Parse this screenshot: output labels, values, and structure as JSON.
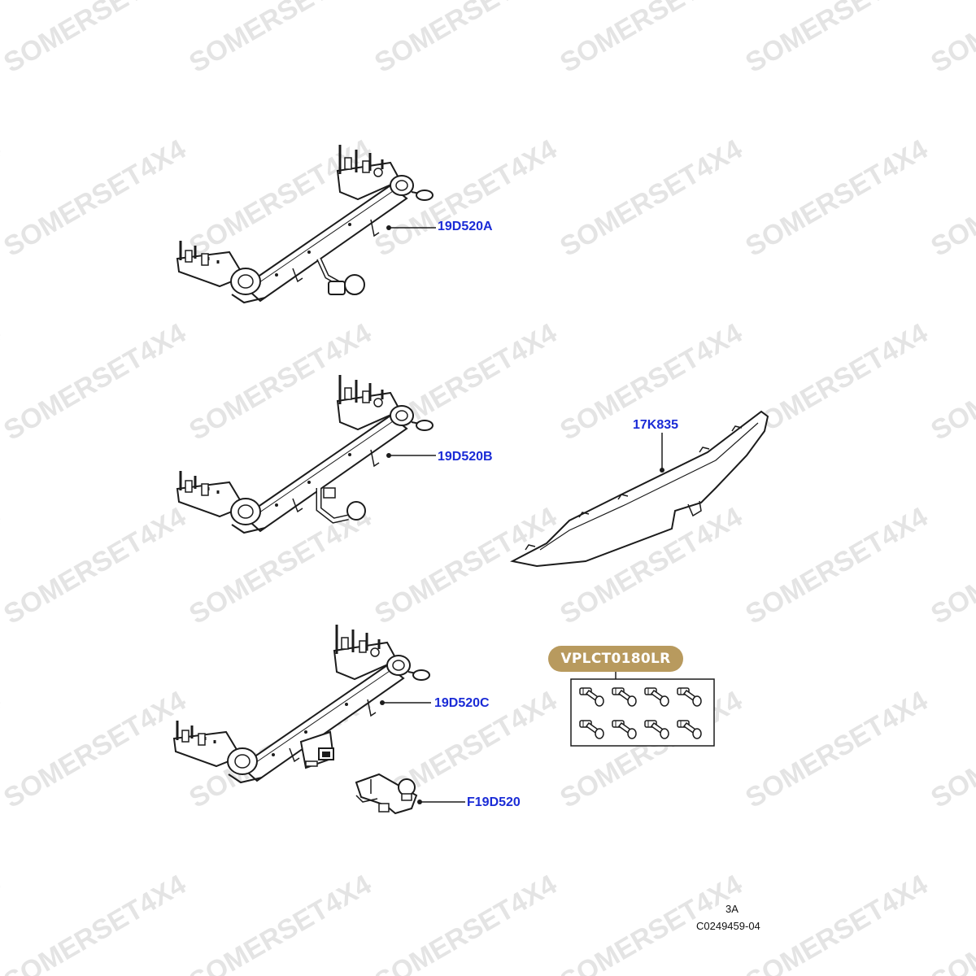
{
  "watermark": {
    "text": "SOMERSET4X4",
    "color": "#e4e4e4"
  },
  "parts": [
    {
      "id": "tow-bar-a",
      "label": "19D520A"
    },
    {
      "id": "tow-bar-b",
      "label": "19D520B"
    },
    {
      "id": "bumper-cover",
      "label": "17K835"
    },
    {
      "id": "tow-bar-c",
      "label": "19D520C"
    },
    {
      "id": "tow-ball-mount",
      "label": "F19D520"
    }
  ],
  "kit": {
    "label": "VPLCT0180LR",
    "badge_color": "#b89a5e",
    "bolt_count": 8
  },
  "footer": {
    "sheet": "3A",
    "illustration_code": "C0249459-04"
  },
  "colors": {
    "callout": "#1a2bd6",
    "line": "#1c1c1c"
  }
}
